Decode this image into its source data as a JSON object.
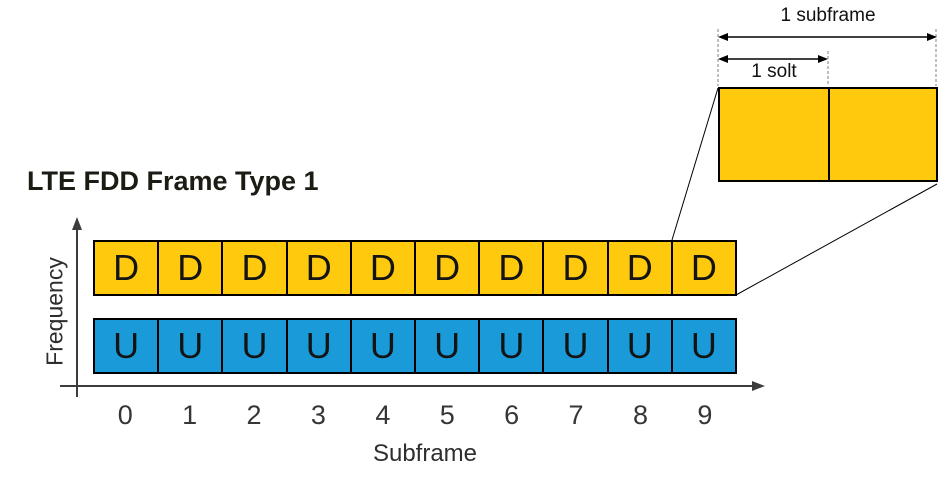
{
  "title": "LTE FDD Frame Type 1",
  "axes": {
    "y_label": "Frequency",
    "x_label": "Subframe",
    "x_ticks": [
      "0",
      "1",
      "2",
      "3",
      "4",
      "5",
      "6",
      "7",
      "8",
      "9"
    ]
  },
  "frame": {
    "num_subframes": 10,
    "downlink_label": "D",
    "uplink_label": "U"
  },
  "inset": {
    "subframe_label": "1 subframe",
    "slot_label": "1 solt",
    "slots_per_subframe": 2
  },
  "colors": {
    "downlink": "#FFC90E",
    "uplink": "#1B9AD9",
    "box_border": "#000000",
    "axis": "#3C3C3C",
    "dashed": "#808080"
  }
}
